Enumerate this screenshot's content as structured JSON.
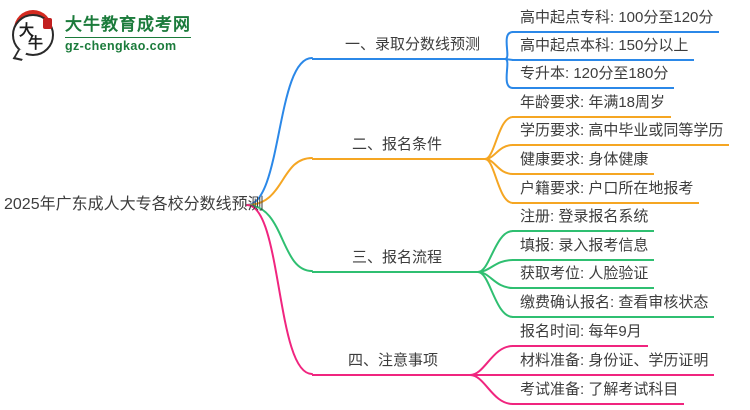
{
  "logo": {
    "title": "大牛教育成考网",
    "url": "gz-chengkao.com",
    "icon_char_top": "大",
    "icon_char_bottom": "牛",
    "brand_color": "#1b7b3b"
  },
  "topic": "2025年广东成人大专各校分数线预测",
  "branch_colors": [
    "#2b88e8",
    "#f5a623",
    "#2fbf71",
    "#f0257f"
  ],
  "text_color": "#3d3d3d",
  "branches": [
    {
      "label": "一、录取分数线预测",
      "color": "#2b88e8",
      "children": [
        {
          "text": "高中起点专科: 100分至120分"
        },
        {
          "text": "高中起点本科: 150分以上"
        },
        {
          "text": "专升本: 120分至180分"
        }
      ]
    },
    {
      "label": "二、报名条件",
      "color": "#f5a623",
      "children": [
        {
          "text": "年龄要求: 年满18周岁"
        },
        {
          "text": "学历要求: 高中毕业或同等学历"
        },
        {
          "text": "健康要求: 身体健康"
        },
        {
          "text": "户籍要求: 户口所在地报考"
        }
      ]
    },
    {
      "label": "三、报名流程",
      "color": "#2fbf71",
      "children": [
        {
          "text": "注册: 登录报名系统"
        },
        {
          "text": "填报: 录入报考信息"
        },
        {
          "text": "获取考位: 人脸验证"
        },
        {
          "text": "缴费确认报名: 查看审核状态"
        }
      ]
    },
    {
      "label": "四、注意事项",
      "color": "#f0257f",
      "children": [
        {
          "text": "报名时间: 每年9月"
        },
        {
          "text": "材料准备: 身份证、学历证明"
        },
        {
          "text": "考试准备: 了解考试科目"
        }
      ]
    }
  ]
}
